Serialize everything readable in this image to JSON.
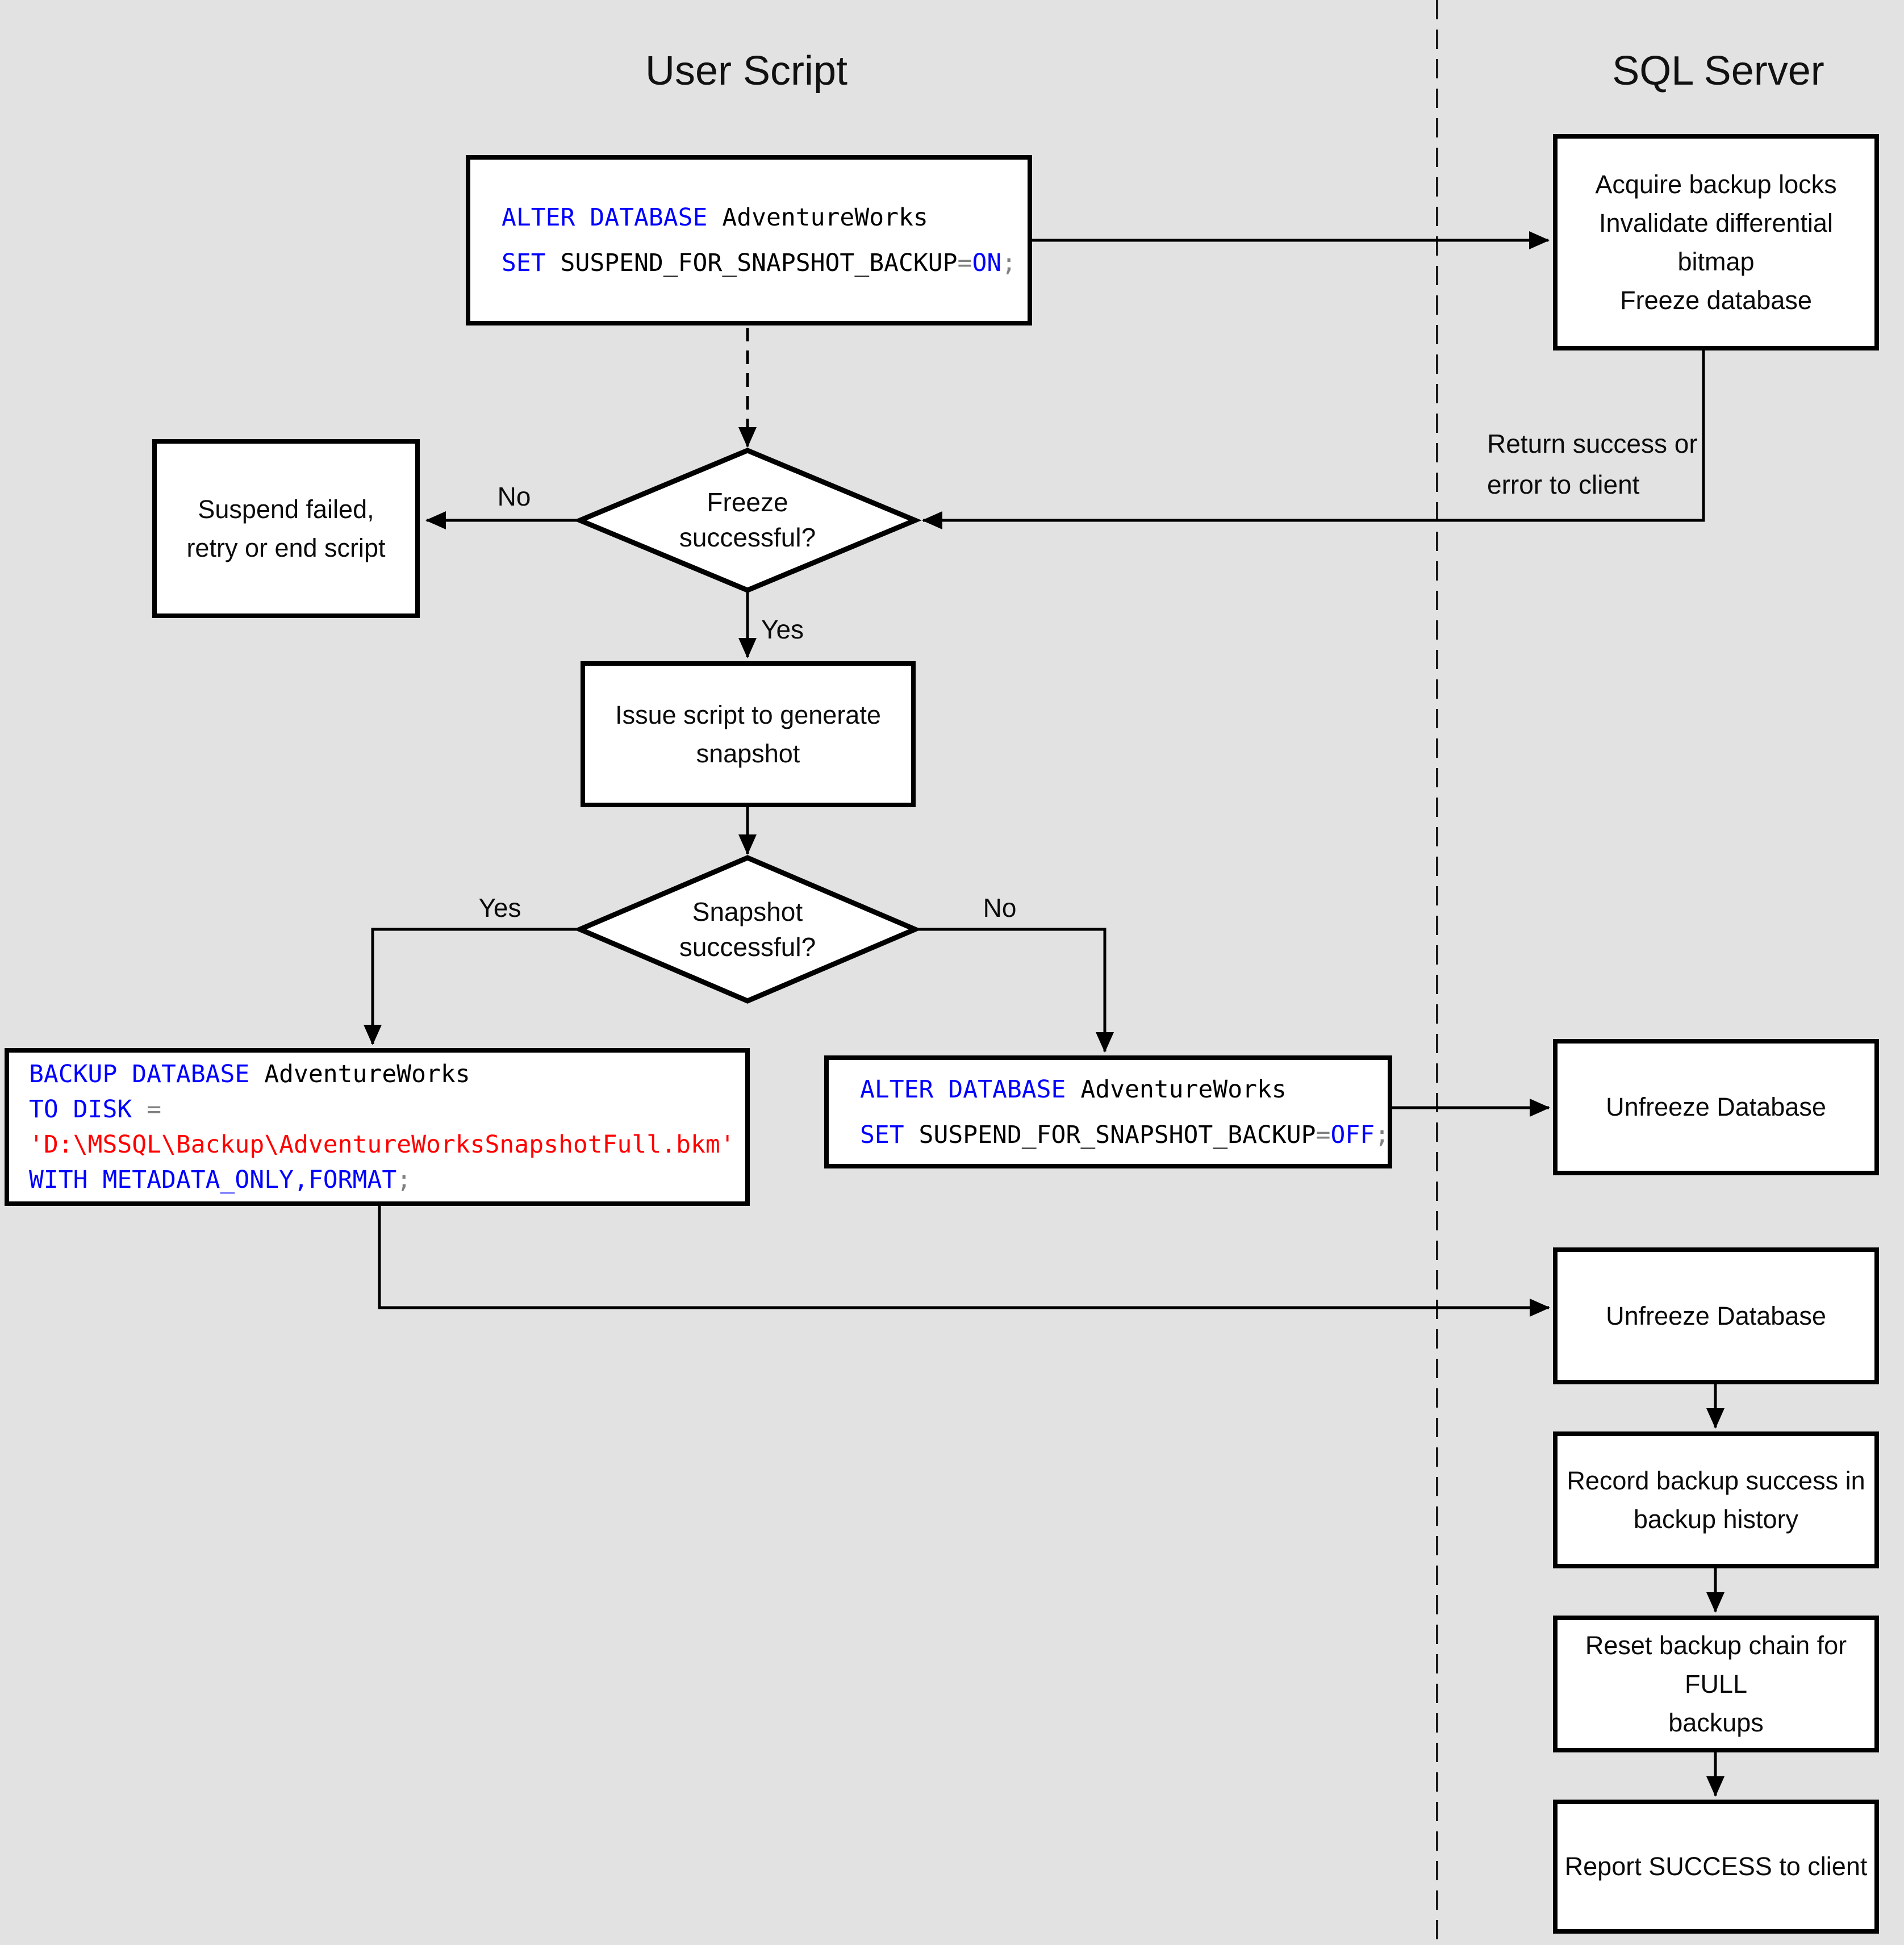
{
  "lanes": {
    "left_title": "User Script",
    "right_title": "SQL Server"
  },
  "colors": {
    "background": "#e2e2e2",
    "box_fill": "#ffffff",
    "line": "#000000",
    "sql_keyword": "#0000ff",
    "sql_plain": "#000000",
    "sql_operator": "#808080",
    "sql_string": "#ff0000"
  },
  "nodes": {
    "alter_on": {
      "type": "code",
      "code": [
        [
          {
            "t": "ALTER DATABASE",
            "c": "kw"
          },
          {
            "t": " AdventureWorks",
            "c": "pl"
          }
        ],
        [
          {
            "t": "SET",
            "c": "kw"
          },
          {
            "t": " SUSPEND_FOR_SNAPSHOT_BACKUP",
            "c": "pl"
          },
          {
            "t": "=",
            "c": "op"
          },
          {
            "t": "ON",
            "c": "kw"
          },
          {
            "t": ";",
            "c": "op"
          }
        ]
      ]
    },
    "acquire": {
      "type": "process",
      "text": "Acquire backup locks\nInvalidate differential\nbitmap\nFreeze database"
    },
    "suspend_failed": {
      "type": "process",
      "text": "Suspend failed,\nretry or end script"
    },
    "freeze_decision": {
      "type": "decision",
      "text": "Freeze\nsuccessful?"
    },
    "issue_script": {
      "type": "process",
      "text": "Issue script to generate\nsnapshot"
    },
    "snapshot_decision": {
      "type": "decision",
      "text": "Snapshot\nsuccessful?"
    },
    "backup_metadata": {
      "type": "code",
      "code": [
        [
          {
            "t": "BACKUP DATABASE",
            "c": "kw"
          },
          {
            "t": " AdventureWorks",
            "c": "pl"
          }
        ],
        [
          {
            "t": "TO DISK",
            "c": "kw"
          },
          {
            "t": " ",
            "c": "pl"
          },
          {
            "t": "=",
            "c": "op"
          }
        ],
        [
          {
            "t": "'D:\\MSSQL\\Backup\\AdventureWorksSnapshotFull.bkm'",
            "c": "str"
          }
        ],
        [
          {
            "t": "WITH METADATA_ONLY,FORMAT",
            "c": "kw"
          },
          {
            "t": ";",
            "c": "op"
          }
        ]
      ]
    },
    "alter_off": {
      "type": "code",
      "code": [
        [
          {
            "t": "ALTER DATABASE",
            "c": "kw"
          },
          {
            "t": " AdventureWorks",
            "c": "pl"
          }
        ],
        [
          {
            "t": "SET",
            "c": "kw"
          },
          {
            "t": " SUSPEND_FOR_SNAPSHOT_BACKUP",
            "c": "pl"
          },
          {
            "t": "=",
            "c": "op"
          },
          {
            "t": "OFF",
            "c": "kw"
          },
          {
            "t": ";",
            "c": "op"
          }
        ]
      ]
    },
    "unfreeze_1": {
      "type": "process",
      "text": "Unfreeze Database"
    },
    "unfreeze_2": {
      "type": "process",
      "text": "Unfreeze Database"
    },
    "record_history": {
      "type": "process",
      "text": "Record backup success in\nbackup history"
    },
    "reset_chain": {
      "type": "process",
      "text": "Reset backup chain for FULL\nbackups"
    },
    "report_success": {
      "type": "process",
      "text": "Report SUCCESS to client"
    }
  },
  "edge_labels": {
    "freeze_no": "No",
    "freeze_yes": "Yes",
    "snapshot_yes": "Yes",
    "snapshot_no": "No",
    "return_note": "Return success or\nerror to client"
  }
}
